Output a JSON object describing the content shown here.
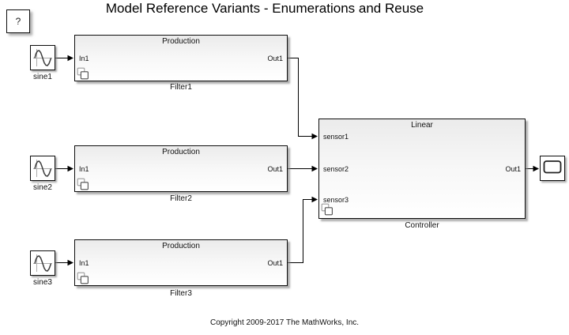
{
  "title": "Model Reference Variants - Enumerations and Reuse",
  "help": {
    "label": "?"
  },
  "sources": [
    {
      "label": "sine1"
    },
    {
      "label": "sine2"
    },
    {
      "label": "sine3"
    }
  ],
  "filters": [
    {
      "variant": "Production",
      "name": "Filter1",
      "in_port": "In1",
      "out_port": "Out1"
    },
    {
      "variant": "Production",
      "name": "Filter2",
      "in_port": "In1",
      "out_port": "Out1"
    },
    {
      "variant": "Production",
      "name": "Filter3",
      "in_port": "In1",
      "out_port": "Out1"
    }
  ],
  "controller": {
    "variant": "Linear",
    "name": "Controller",
    "in_ports": [
      "sensor1",
      "sensor2",
      "sensor3"
    ],
    "out_port": "Out1"
  },
  "footer": {
    "copyright": "Copyright 2009-2017 The MathWorks, Inc."
  },
  "colors": {
    "background": "#ffffff",
    "block_border": "#0d0d0d",
    "block_fill_top": "#ebebeb",
    "block_fill_bottom": "#ffffff",
    "wire": "#000000",
    "text": "#111111",
    "shadow": "#8c8c8c"
  }
}
